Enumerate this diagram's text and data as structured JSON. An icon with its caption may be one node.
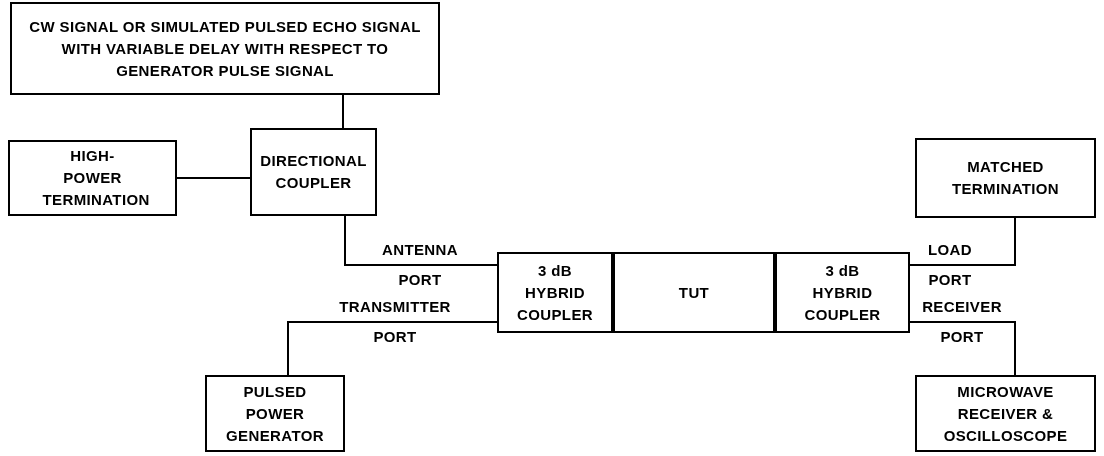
{
  "diagram": {
    "nodes": [
      {
        "text": [
          "CW SIGNAL OR SIMULATED PULSED ECHO SIGNAL WITH VARIABLE DELAY WITH RESPECT TO GENERATOR PULSE SIGNAL"
        ]
      },
      {
        "text": [
          "HIGH- POWER TERMINATION"
        ]
      },
      {
        "text": [
          "DIRECTIONAL COUPLER"
        ]
      },
      {
        "text": [
          "MATCHED TERMINATION"
        ]
      },
      {
        "text": [
          "3 dB HYBRID COUPLER"
        ]
      },
      {
        "text": [
          "TUT"
        ]
      },
      {
        "text": [
          "3 dB HYBRID COUPLER"
        ]
      },
      {
        "text": [
          "PULSED POWER GENERATOR"
        ]
      },
      {
        "text": [
          "MICROWAVE RECEIVER & OSCILLOSCOPE"
        ]
      }
    ],
    "edges": [
      {
        "from": 0,
        "to": 2,
        "arrow": "none"
      },
      {
        "from": 1,
        "to": 2,
        "arrow": "none"
      },
      {
        "from": 2,
        "to": 4,
        "arrow": "none",
        "label": "ANTENNA PORT"
      },
      {
        "from": 7,
        "to": 4,
        "arrow": "none",
        "label": "TRANSMITTER PORT"
      },
      {
        "from": 6,
        "to": 3,
        "arrow": "none",
        "label": "LOAD PORT"
      },
      {
        "from": 6,
        "to": 8,
        "arrow": "none",
        "label": "RECEIVER PORT"
      }
    ]
  }
}
